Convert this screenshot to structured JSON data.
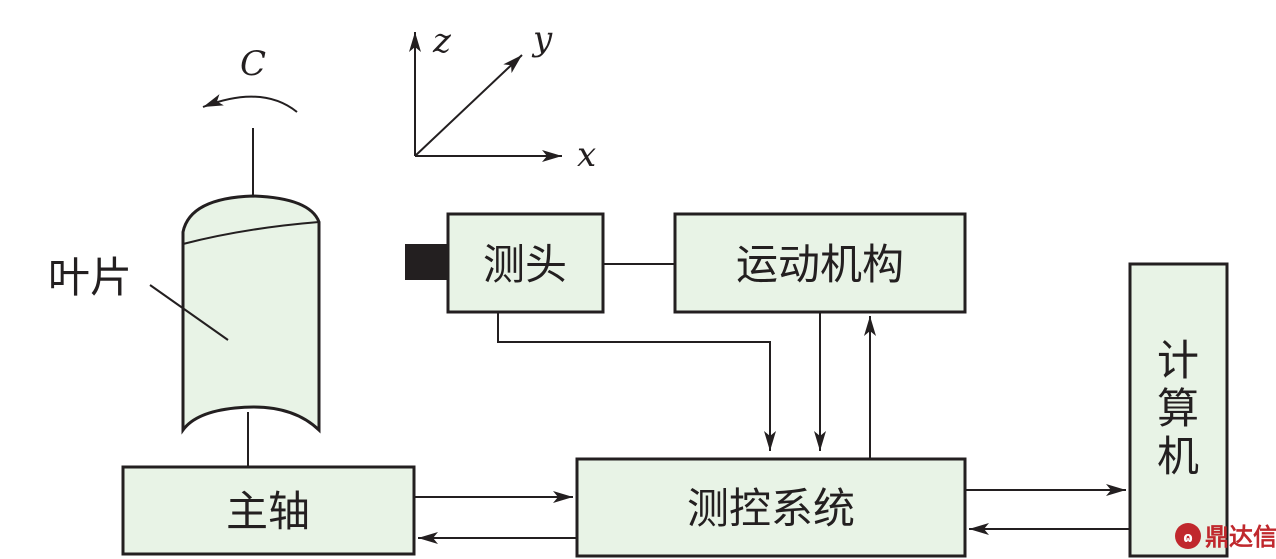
{
  "axes": {
    "z": "z",
    "y": "y",
    "x": "x",
    "rotation": "C"
  },
  "labels": {
    "blade": "叶片",
    "spindle": "主轴",
    "probe": "测头",
    "motion_mechanism": "运动机构",
    "control_system": "测控系统",
    "computer_chars": [
      "计",
      "算",
      "机"
    ]
  },
  "watermark": {
    "text": "鼎达信"
  },
  "colors": {
    "box_fill": "#e8f3e6",
    "stroke": "#231f20",
    "watermark": "#c0282d"
  }
}
